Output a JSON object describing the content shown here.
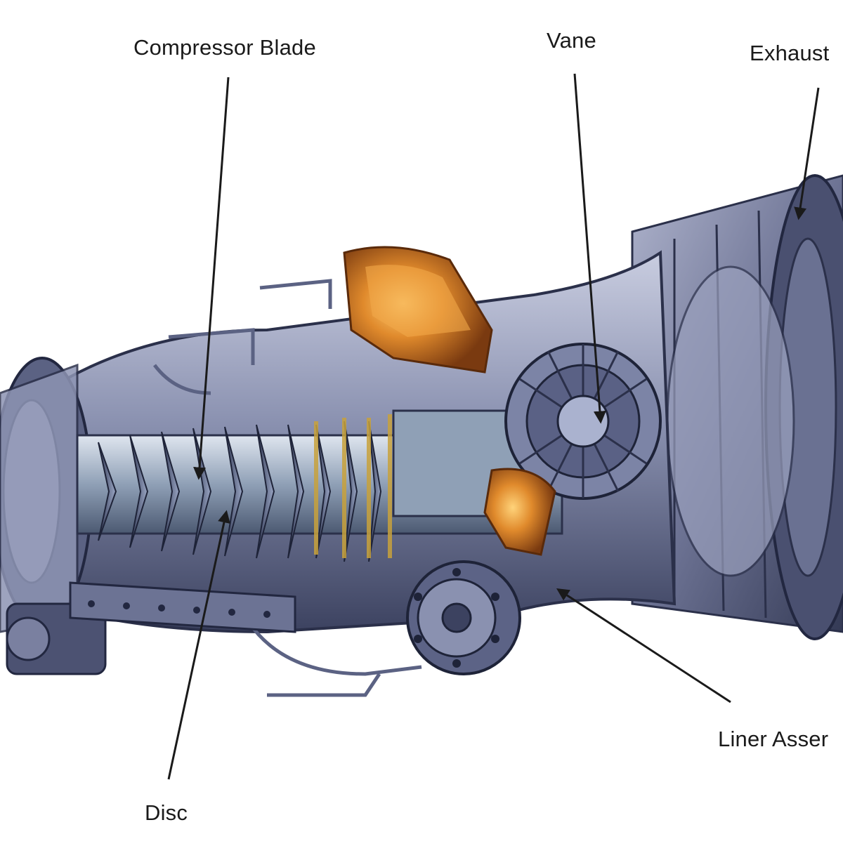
{
  "labels": {
    "compressor_blade": "Compressor Blade",
    "vane": "Vane",
    "exhaust": "Exhaust",
    "liner_assembly": "Liner Asser",
    "disc": "Disc"
  },
  "colors": {
    "background": "#ffffff",
    "casing_metal": "#7f86a6",
    "casing_dark": "#3c4260",
    "casing_light": "#c9cde0",
    "combustor_orange": "#d9792a",
    "arrow": "#1a1a1a"
  }
}
